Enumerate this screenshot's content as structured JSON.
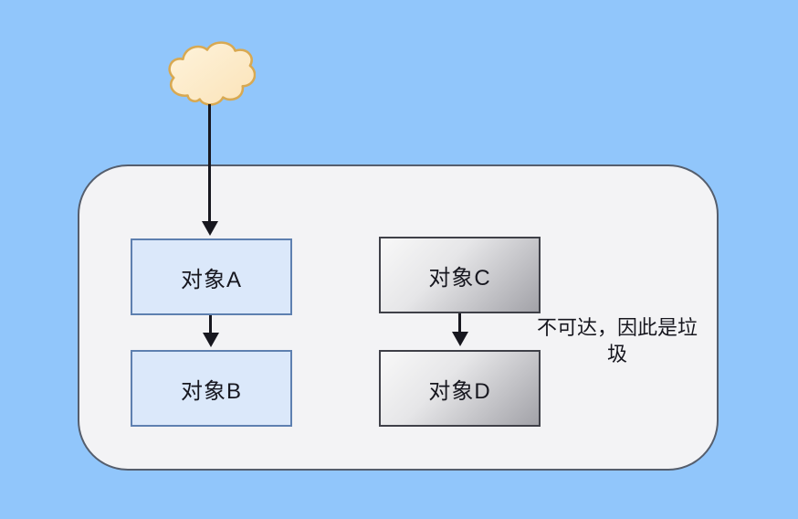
{
  "diagram": {
    "title_hint": "GC reachability diagram",
    "nodes": {
      "a": {
        "label": "对象A",
        "style": "blue"
      },
      "b": {
        "label": "对象B",
        "style": "blue"
      },
      "c": {
        "label": "对象C",
        "style": "gray"
      },
      "d": {
        "label": "对象D",
        "style": "gray"
      }
    },
    "edges": [
      {
        "from": "gc-roots-cloud",
        "to": "object-a"
      },
      {
        "from": "object-a",
        "to": "object-b"
      },
      {
        "from": "object-c",
        "to": "object-d"
      }
    ],
    "annotation": {
      "text": "不可达，因此是垃圾"
    },
    "colors": {
      "background": "#91C6FB",
      "heap_fill": "#F3F3F5",
      "heap_border": "#555E6D",
      "blue_node_fill": "#DBE8FA",
      "blue_node_border": "#5E80B0",
      "gray_node_fill_light": "#F8F8F8",
      "gray_node_fill_dark": "#A2A2A8",
      "gray_node_border": "#3F4048",
      "cloud_fill_light": "#FEF3DC",
      "cloud_fill_dark": "#FBE3B8",
      "cloud_border": "#D8A952",
      "arrow": "#17171F",
      "text": "#17171F"
    }
  }
}
